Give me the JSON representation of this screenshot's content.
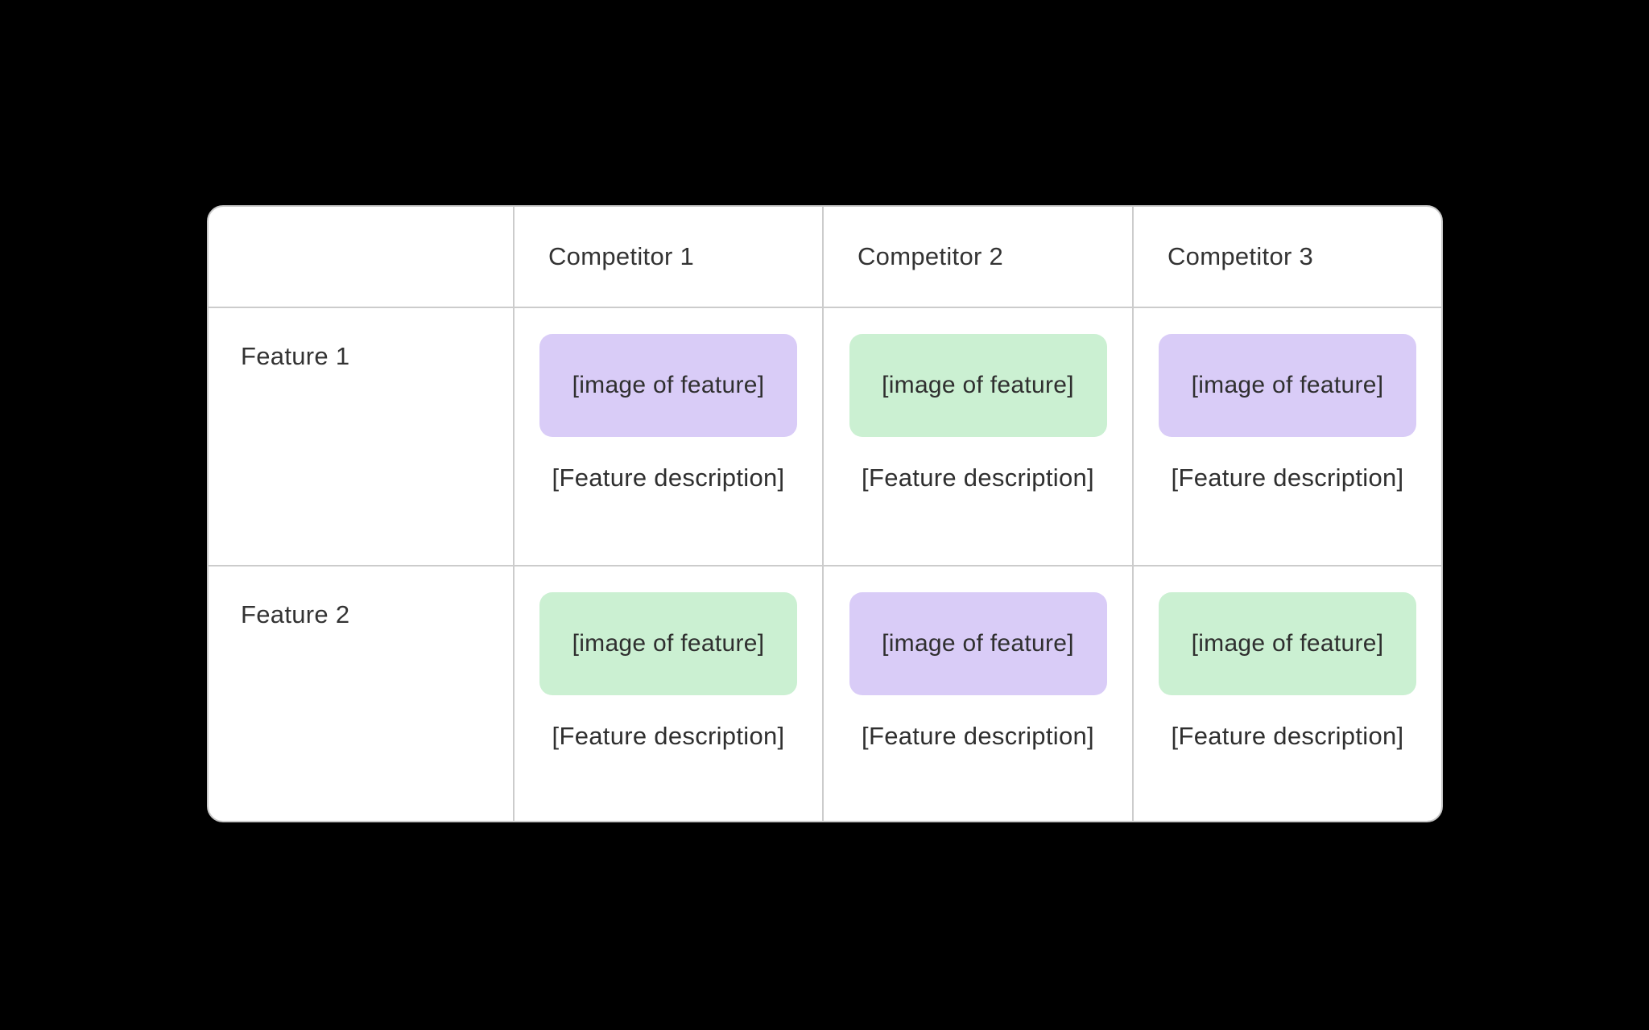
{
  "page": {
    "background": "#000000"
  },
  "card": {
    "background": "#ffffff",
    "border_color": "#c9c9c9",
    "divider_color": "#cccccc",
    "text_color": "#333333"
  },
  "colors": {
    "purple": "#d9ccf7",
    "green": "#cbf0d2"
  },
  "table": {
    "column_headers": [
      "Competitor 1",
      "Competitor 2",
      "Competitor 3"
    ],
    "rows": [
      {
        "feature_label": "Feature 1",
        "cells": [
          {
            "image_placeholder": "[image of feature]",
            "description": "[Feature description]",
            "tint": "purple"
          },
          {
            "image_placeholder": "[image of feature]",
            "description": "[Feature description]",
            "tint": "green"
          },
          {
            "image_placeholder": "[image of feature]",
            "description": "[Feature description]",
            "tint": "purple"
          }
        ]
      },
      {
        "feature_label": "Feature 2",
        "cells": [
          {
            "image_placeholder": "[image of feature]",
            "description": "[Feature description]",
            "tint": "green"
          },
          {
            "image_placeholder": "[image of feature]",
            "description": "[Feature description]",
            "tint": "purple"
          },
          {
            "image_placeholder": "[image of feature]",
            "description": "[Feature description]",
            "tint": "green"
          }
        ]
      }
    ]
  }
}
